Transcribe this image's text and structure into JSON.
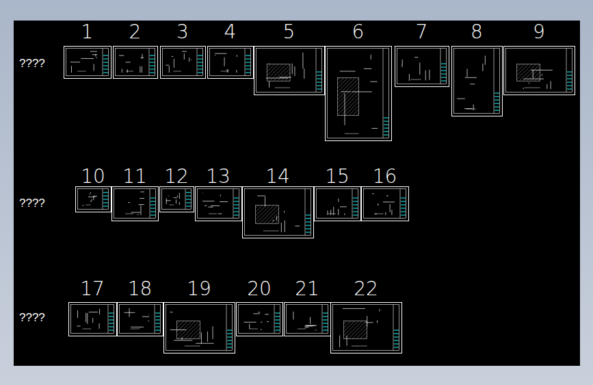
{
  "diagram": {
    "nodes": [
      {
        "text": [
          "1"
        ]
      },
      {
        "text": [
          "2"
        ]
      },
      {
        "text": [
          "3"
        ]
      },
      {
        "text": [
          "4"
        ]
      },
      {
        "text": [
          "5"
        ]
      },
      {
        "text": [
          "6"
        ]
      },
      {
        "text": [
          "7"
        ]
      },
      {
        "text": [
          "8"
        ]
      },
      {
        "text": [
          "9"
        ]
      },
      {
        "text": [
          "10"
        ]
      },
      {
        "text": [
          "11"
        ]
      },
      {
        "text": [
          "12"
        ]
      },
      {
        "text": [
          "13"
        ]
      },
      {
        "text": [
          "14"
        ]
      },
      {
        "text": [
          "15"
        ]
      },
      {
        "text": [
          "16"
        ]
      },
      {
        "text": [
          "17"
        ]
      },
      {
        "text": [
          "18"
        ]
      },
      {
        "text": [
          "19"
        ]
      },
      {
        "text": [
          "20"
        ]
      },
      {
        "text": [
          "21"
        ]
      },
      {
        "text": [
          "22"
        ]
      }
    ],
    "labels": [
      "????",
      "????",
      "????"
    ]
  }
}
